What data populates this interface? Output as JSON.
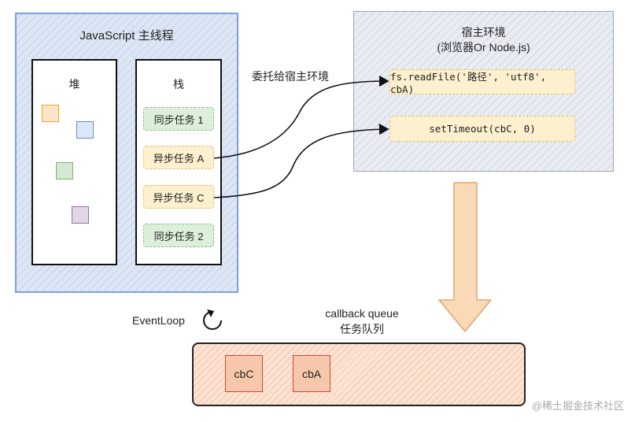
{
  "js_thread": {
    "title": "JavaScript 主线程",
    "heap": {
      "label": "堆",
      "square_colors": [
        "#e6a23c",
        "#6c8ebf",
        "#82b366",
        "#9673a6"
      ]
    },
    "stack": {
      "label": "栈",
      "tasks": [
        {
          "label": "同步任务 1",
          "kind": "sync"
        },
        {
          "label": "异步任务 A",
          "kind": "async"
        },
        {
          "label": "异步任务 C",
          "kind": "async"
        },
        {
          "label": "同步任务 2",
          "kind": "sync"
        }
      ]
    }
  },
  "delegate_label": "委托给宿主环境",
  "host": {
    "title": "宿主环境",
    "subtitle": "(浏览器Or Node.js)",
    "apis": [
      {
        "label": "fs.readFile('路径', 'utf8', cbA)"
      },
      {
        "label": "setTimeout(cbC, 0)"
      }
    ]
  },
  "eventloop_label": "EventLoop",
  "queue": {
    "title": "callback queue",
    "subtitle": "任务队列",
    "items": [
      {
        "label": "cbC"
      },
      {
        "label": "cbA"
      }
    ]
  },
  "watermark": "@稀土掘金技术社区",
  "colors": {
    "js_border": "#7da0dc",
    "sync_fill": "#dcefd8",
    "async_fill": "#fdf0cf",
    "queue_fill": "#fbe3d3",
    "callback_border": "#d2463a",
    "arrow_fill": "#fad9b6"
  }
}
